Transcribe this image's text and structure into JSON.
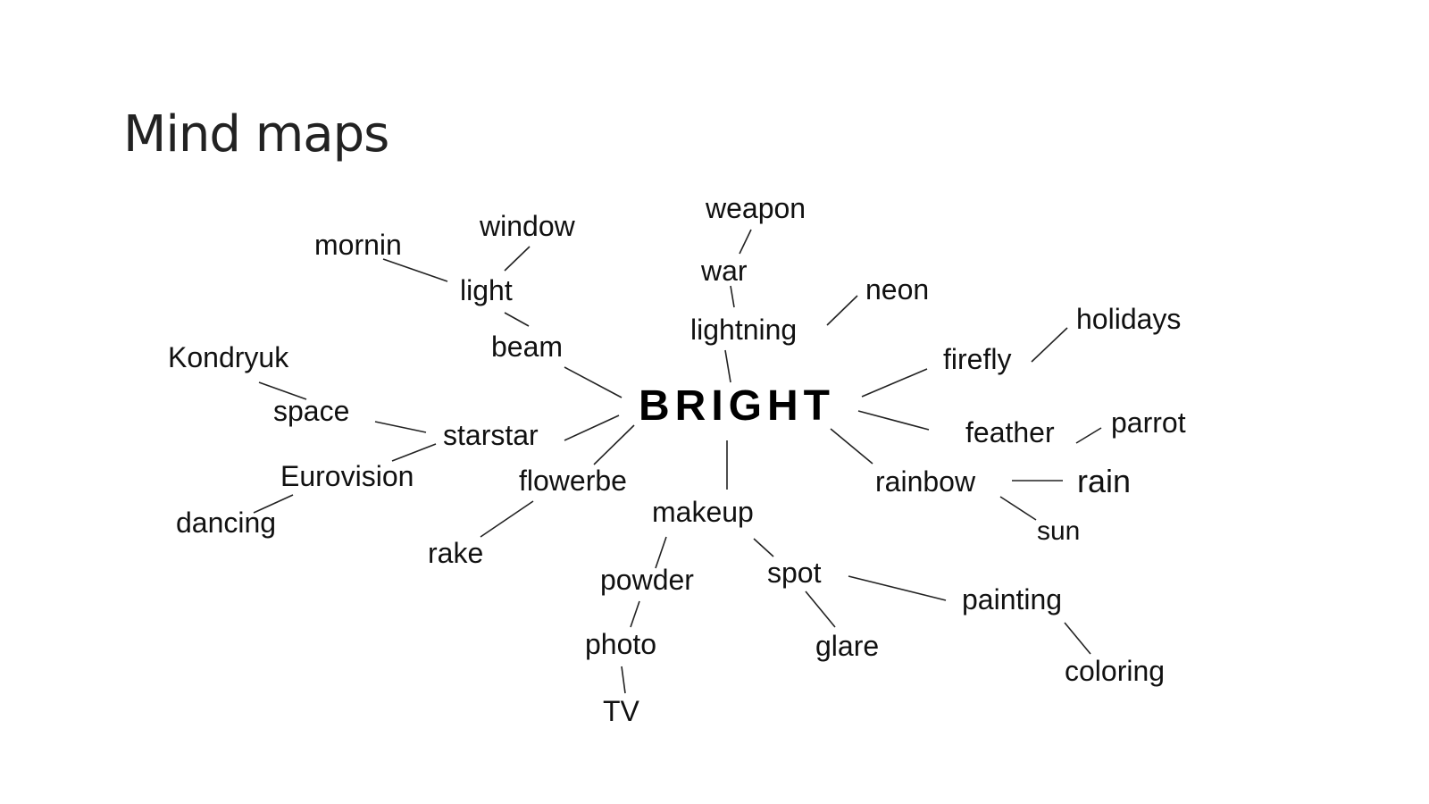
{
  "title": "Mind maps",
  "center": "BRIGHT",
  "words": {
    "weapon": "weapon",
    "war": "war",
    "lightning": "lightning",
    "neon": "neon",
    "window": "window",
    "mornin": "mornin",
    "light": "light",
    "beam": "beam",
    "kondryuk": "Kondryuk",
    "space": "space",
    "starstar": "starstar",
    "eurovision": "Eurovision",
    "dancing": "dancing",
    "flowerbe": "flowerbe",
    "rake": "rake",
    "makeup": "makeup",
    "powder": "powder",
    "photo": "photo",
    "tv": "TV",
    "spot": "spot",
    "glare": "glare",
    "painting": "painting",
    "coloring": "coloring",
    "holidays": "holidays",
    "firefly": "firefly",
    "feather": "feather",
    "parrot": "parrot",
    "rainbow": "rainbow",
    "rain": "rain",
    "sun": "sun"
  }
}
